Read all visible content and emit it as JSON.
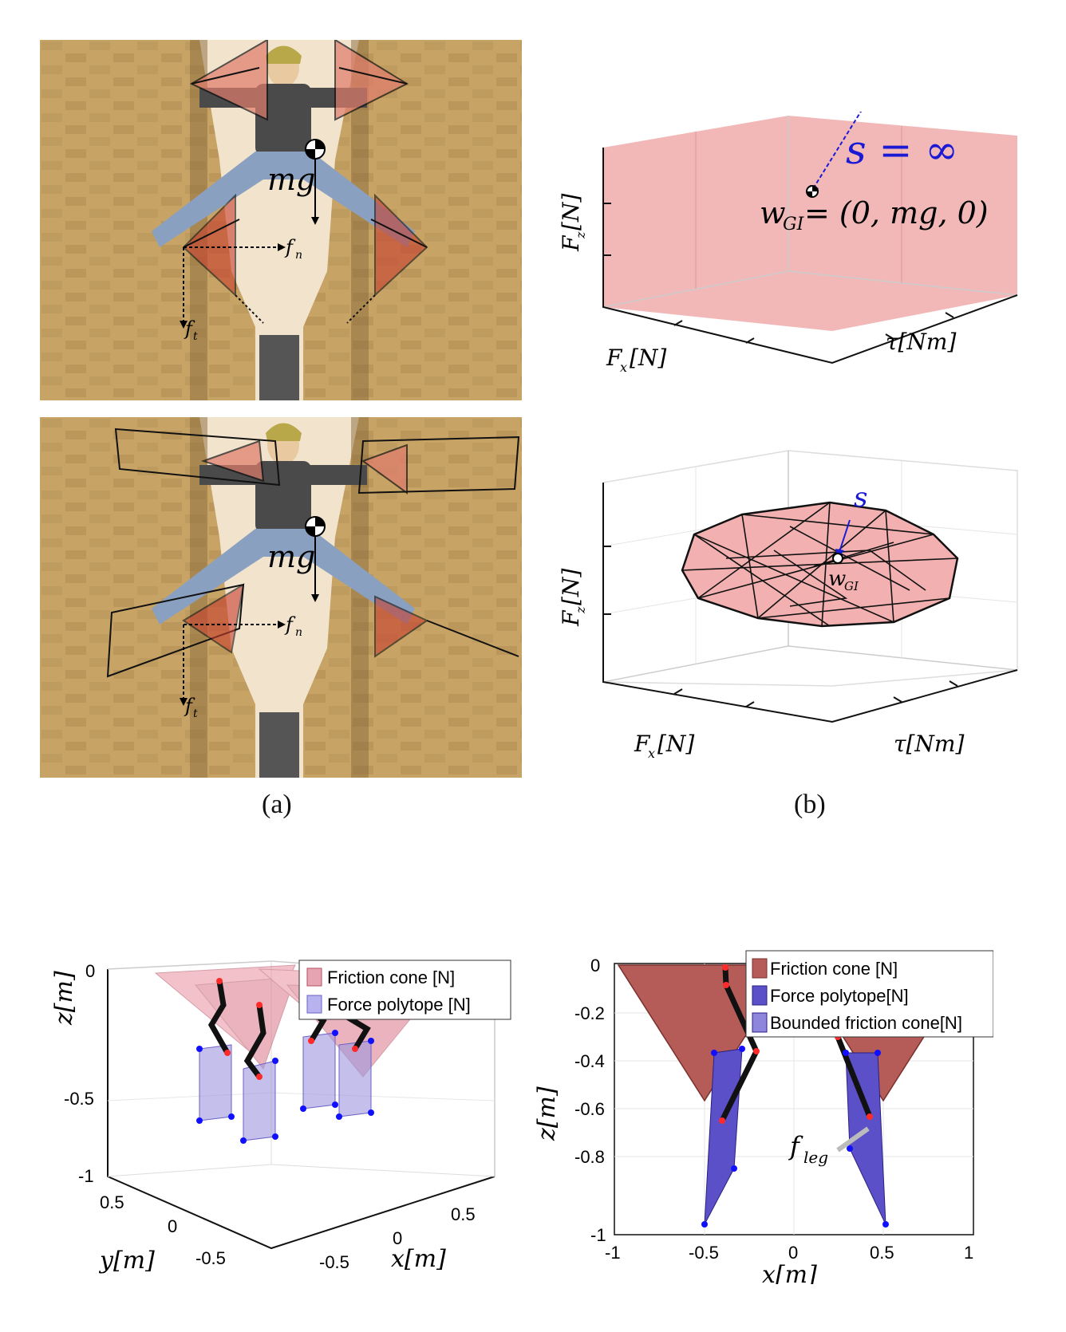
{
  "captions": {
    "a": "(a)",
    "b": "(b)"
  },
  "photo_labels": {
    "mg": "mg",
    "fn": "f",
    "fn_sub": "n",
    "ft": "f",
    "ft_sub": "t"
  },
  "plot_top": {
    "s_label": "s = ∞",
    "wgi_label": "w",
    "wgi_sub": "GI",
    "wgi_value": " = (0, mg, 0)",
    "fz_label": "F",
    "fz_sub": "z",
    "fz_unit": "[N]",
    "fx_label": "F",
    "fx_sub": "x",
    "fx_unit": "[N]",
    "tau_label": "τ[Nm]"
  },
  "plot_mid": {
    "s_label": "s",
    "wgi_label": "w",
    "wgi_sub": "GI",
    "fz_label": "F",
    "fz_sub": "z",
    "fz_unit": "[N]",
    "fx_label": "F",
    "fx_sub": "x",
    "fx_unit": "[N]",
    "tau_label": "τ[Nm]"
  },
  "plot3d": {
    "legend": [
      "Friction cone [N]",
      "Force polytope [N]"
    ],
    "z_label": "z[m]",
    "y_label": "y[m]",
    "x_label": "x[m]",
    "z_ticks": [
      "0",
      "-0.5",
      "-1"
    ],
    "y_ticks": [
      "0.5",
      "0",
      "-0.5"
    ],
    "x_ticks": [
      "-0.5",
      "0",
      "0.5"
    ]
  },
  "plot2d": {
    "legend": [
      "Friction cone [N]",
      "Force polytope[N]",
      "Bounded friction cone[N]"
    ],
    "z_label": "z[m]",
    "x_label": "x[m]",
    "f_leg": "f",
    "f_leg_sub": "leg",
    "z_ticks": [
      "0",
      "-0.2",
      "-0.4",
      "-0.6",
      "-0.8",
      "-1"
    ],
    "x_ticks": [
      "-1",
      "-0.5",
      "0",
      "0.5",
      "1"
    ]
  },
  "colors": {
    "cone": "#e8a0a0",
    "cone_dark": "#a8524e",
    "polytope": "#5b50c8",
    "blue_text": "#1a1ad4"
  }
}
